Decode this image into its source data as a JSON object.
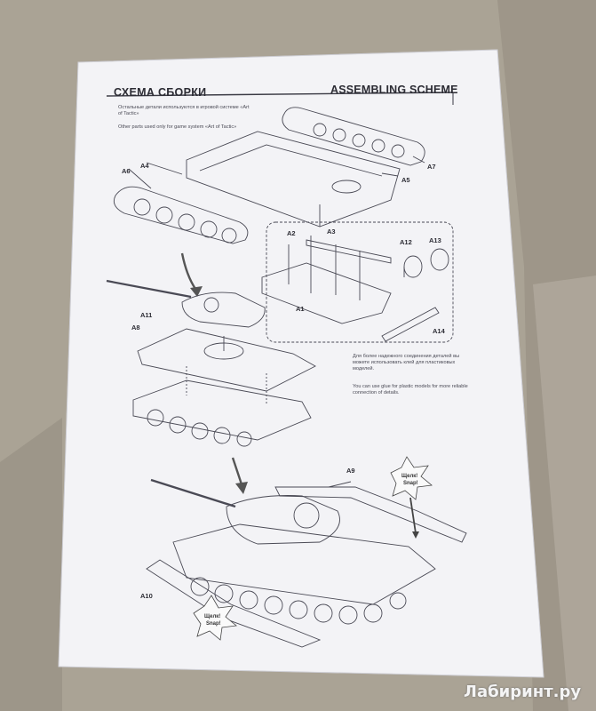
{
  "header": {
    "title_ru": "СХЕМА СБОРКИ",
    "title_en": "ASSEMBLING SCHEME"
  },
  "notes": {
    "parts_ru": "Остальные детали используются в игровой системе «Art of Tactic»",
    "parts_en": "Other parts used only for game system «Art of Tactic»",
    "glue_ru": "Для более надежного соединения деталей вы можете использовать клей для пластиковых моделей.",
    "glue_en": "You can use glue for plastic models for more reliable connection of details."
  },
  "part_labels": {
    "a1": "A1",
    "a2": "A2",
    "a3": "A3",
    "a4": "A4",
    "a5": "A5",
    "a6": "A6",
    "a7": "A7",
    "a8": "A8",
    "a9": "A9",
    "a10": "A10",
    "a11": "A11",
    "a12": "A12",
    "a13": "A13",
    "a14": "A14"
  },
  "snap_callouts": {
    "ru": "Щелк!",
    "en": "Snap!"
  },
  "watermark": {
    "text": "Лабиринт.ру"
  }
}
